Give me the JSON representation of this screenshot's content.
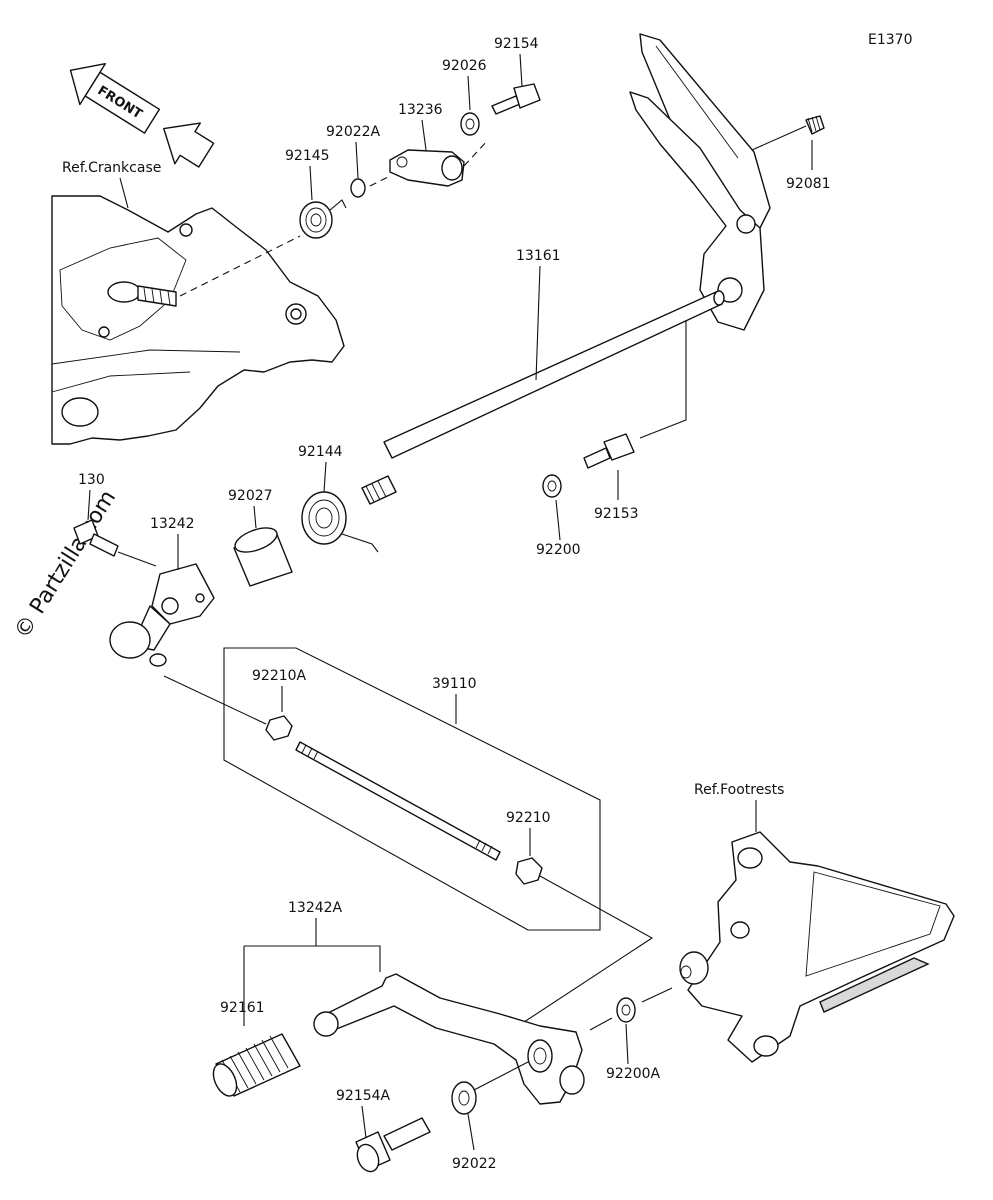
{
  "diagram_code": "E1370",
  "watermark": "© Partzilla.com",
  "front_label": "FRONT",
  "references": {
    "crankcase": "Ref.Crankcase",
    "footrests": "Ref.Footrests"
  },
  "parts": {
    "p92154": "92154",
    "p92026": "92026",
    "p13236": "13236",
    "p92022A": "92022A",
    "p92145": "92145",
    "p92081": "92081",
    "p13161": "13161",
    "p92144": "92144",
    "p92027": "92027",
    "p130": "130",
    "p13242": "13242",
    "p92200": "92200",
    "p92153": "92153",
    "p92210A": "92210A",
    "p39110": "39110",
    "p92210": "92210",
    "p13242A": "13242A",
    "p92161": "92161",
    "p92200A": "92200A",
    "p92154A": "92154A",
    "p92022": "92022"
  }
}
